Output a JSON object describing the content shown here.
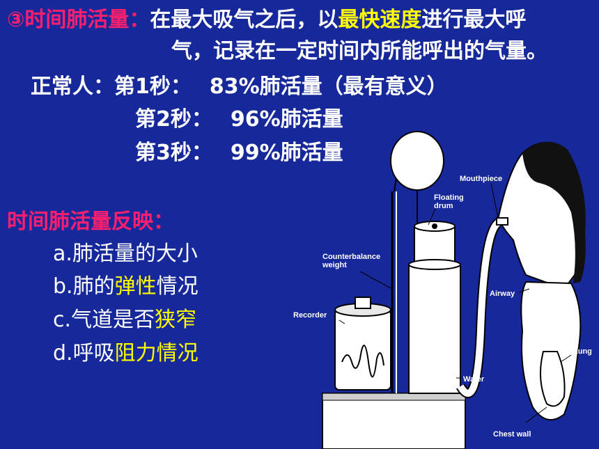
{
  "heading": {
    "marker": "③",
    "term": "时间肺活量",
    "colon": "：",
    "def_a": "在最大吸气之后，以",
    "def_b": "最快速度",
    "def_c": "进行最大呼",
    "def_line2": "气，记录在一定时间内所能呼出的气量。"
  },
  "normal": {
    "label": "正常人：",
    "rows": [
      {
        "sec": "第1秒：",
        "value": "83%肺活量（最有意义）"
      },
      {
        "sec": "第2秒：",
        "value": "96%肺活量"
      },
      {
        "sec": "第3秒：",
        "value": "99%肺活量"
      }
    ]
  },
  "reflect": {
    "title": "时间肺活量反映：",
    "items": [
      {
        "prefix": "a.",
        "pre": "肺活量的大小",
        "hl": "",
        "post": ""
      },
      {
        "prefix": "b.",
        "pre": "肺的",
        "hl": "弹性",
        "post": "情况"
      },
      {
        "prefix": "c.",
        "pre": "气道是否",
        "hl": "狭窄",
        "post": ""
      },
      {
        "prefix": "d.",
        "pre": "呼吸",
        "hl": "阻力情况",
        "post": ""
      }
    ]
  },
  "diagram_labels": {
    "mouthpiece": "Mouthpiece",
    "floating_drum_1": "Floating",
    "floating_drum_2": "drum",
    "counterbalance_1": "Counterbalance",
    "counterbalance_2": "weight",
    "airway": "Airway",
    "recorder": "Recorder",
    "lung": "Lung",
    "water": "Water",
    "chest_wall": "Chest wall"
  },
  "colors": {
    "background": "#16289a",
    "accent_red": "#ff1f6e",
    "highlight": "#ffff00",
    "text": "#ffffff"
  }
}
